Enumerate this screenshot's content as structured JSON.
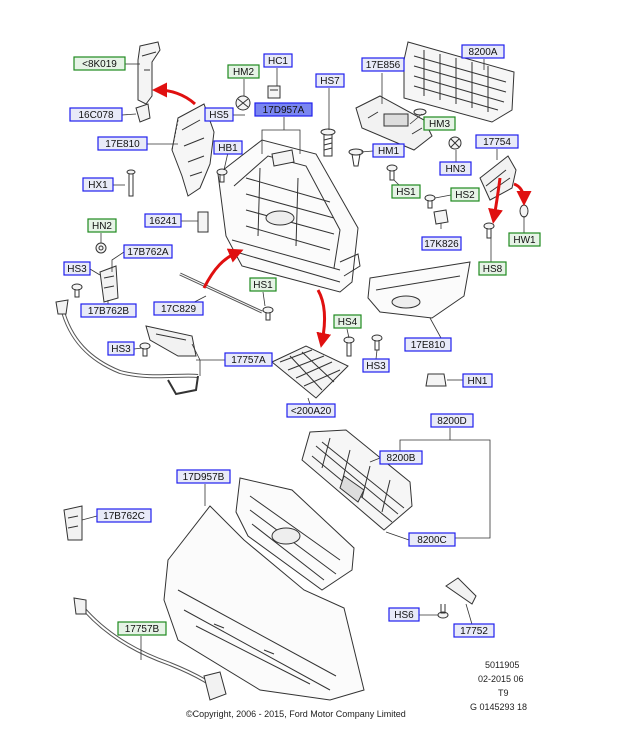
{
  "colors": {
    "blue_border": "#2020ee",
    "blue_fill": "#e8eaf8",
    "green_border": "#1f8a1f",
    "green_fill": "#e6f3e6",
    "selected_fill": "#7a86f0",
    "arrow_red": "#e01010",
    "drawing": "#333333"
  },
  "labels": [
    {
      "id": "8K019",
      "text": "<8K019",
      "style": "green"
    },
    {
      "id": "HM2",
      "text": "HM2",
      "style": "green"
    },
    {
      "id": "HC1",
      "text": "HC1",
      "style": "blue"
    },
    {
      "id": "HS7",
      "text": "HS7",
      "style": "blue"
    },
    {
      "id": "17E856",
      "text": "17E856",
      "style": "blue"
    },
    {
      "id": "8200A",
      "text": "8200A",
      "style": "blue"
    },
    {
      "id": "16C078",
      "text": "16C078",
      "style": "blue"
    },
    {
      "id": "HS5",
      "text": "HS5",
      "style": "blue"
    },
    {
      "id": "17D957A",
      "text": "17D957A",
      "style": "selected"
    },
    {
      "id": "HM3",
      "text": "HM3",
      "style": "green"
    },
    {
      "id": "17E810a",
      "text": "17E810",
      "style": "blue"
    },
    {
      "id": "HB1",
      "text": "HB1",
      "style": "blue"
    },
    {
      "id": "HM1",
      "text": "HM1",
      "style": "blue"
    },
    {
      "id": "17754",
      "text": "17754",
      "style": "blue"
    },
    {
      "id": "HN3",
      "text": "HN3",
      "style": "blue"
    },
    {
      "id": "HX1",
      "text": "HX1",
      "style": "blue"
    },
    {
      "id": "HS1a",
      "text": "HS1",
      "style": "green"
    },
    {
      "id": "HS2",
      "text": "HS2",
      "style": "green"
    },
    {
      "id": "16241",
      "text": "16241",
      "style": "blue"
    },
    {
      "id": "HN2",
      "text": "HN2",
      "style": "green"
    },
    {
      "id": "17K826",
      "text": "17K826",
      "style": "blue"
    },
    {
      "id": "HW1",
      "text": "HW1",
      "style": "green"
    },
    {
      "id": "17B762A",
      "text": "17B762A",
      "style": "blue"
    },
    {
      "id": "HS3a",
      "text": "HS3",
      "style": "blue"
    },
    {
      "id": "HS8",
      "text": "HS8",
      "style": "green"
    },
    {
      "id": "HS1b",
      "text": "HS1",
      "style": "green"
    },
    {
      "id": "17B762B",
      "text": "17B762B",
      "style": "blue"
    },
    {
      "id": "17C829",
      "text": "17C829",
      "style": "blue"
    },
    {
      "id": "HS4",
      "text": "HS4",
      "style": "green"
    },
    {
      "id": "17E810b",
      "text": "17E810",
      "style": "blue"
    },
    {
      "id": "HS3b",
      "text": "HS3",
      "style": "blue"
    },
    {
      "id": "17757A",
      "text": "17757A",
      "style": "blue"
    },
    {
      "id": "HS3c",
      "text": "HS3",
      "style": "blue"
    },
    {
      "id": "HN1",
      "text": "HN1",
      "style": "blue"
    },
    {
      "id": "200A20",
      "text": "<200A20",
      "style": "blue"
    },
    {
      "id": "8200D",
      "text": "8200D",
      "style": "blue"
    },
    {
      "id": "17D957B",
      "text": "17D957B",
      "style": "blue"
    },
    {
      "id": "8200B",
      "text": "8200B",
      "style": "blue"
    },
    {
      "id": "17B762C",
      "text": "17B762C",
      "style": "blue"
    },
    {
      "id": "8200C",
      "text": "8200C",
      "style": "blue"
    },
    {
      "id": "HS6",
      "text": "HS6",
      "style": "blue"
    },
    {
      "id": "17757B",
      "text": "17757B",
      "style": "green"
    },
    {
      "id": "17752",
      "text": "17752",
      "style": "blue"
    }
  ],
  "footer": {
    "code1": "5011905",
    "code2": "02-2015 06",
    "code3": "T9",
    "code4": "G 0145293 18",
    "copyright": "©Copyright, 2006 - 2015, Ford Motor Company Limited"
  }
}
